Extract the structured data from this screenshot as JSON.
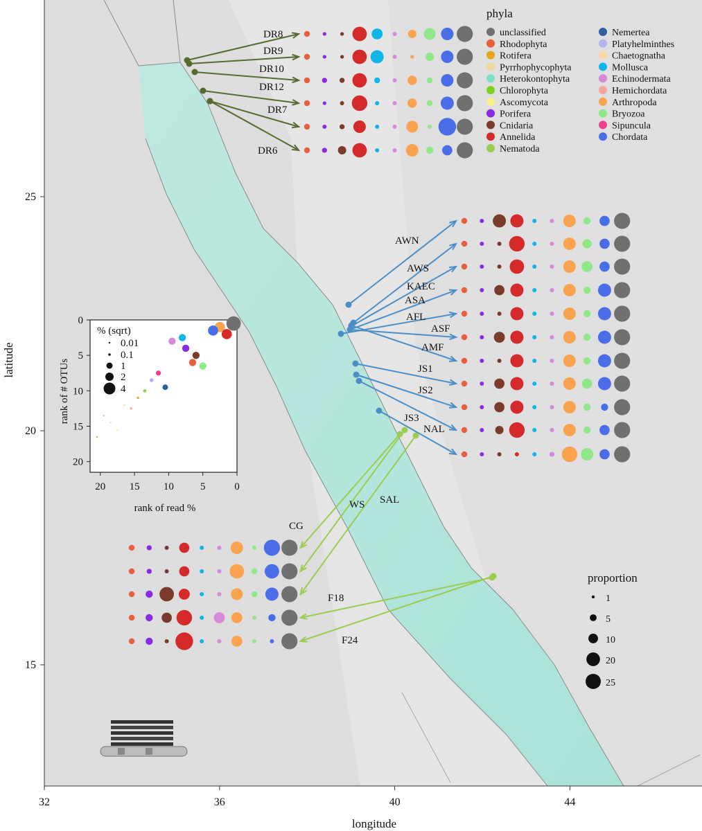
{
  "chart_data": [
    {
      "type": "scatter",
      "xlabel": "longitude",
      "ylabel": "latitude",
      "xlim": [
        32,
        47.5
      ],
      "ylim": [
        11.5,
        28.8
      ],
      "x_ticks": [
        "32",
        "36",
        "40",
        "44"
      ],
      "y_ticks": [
        "15",
        "20",
        "25"
      ],
      "phyla_legend_title": "phyla",
      "phyla": [
        {
          "name": "unclassified",
          "color": "#707070"
        },
        {
          "name": "Rhodophyta",
          "color": "#e8603c"
        },
        {
          "name": "Rotifera",
          "color": "#e8a51c"
        },
        {
          "name": "Pyrrhophycophyta",
          "color": "#f1d6a0"
        },
        {
          "name": "Heterokontophyta",
          "color": "#7ee0c8"
        },
        {
          "name": "Chlorophyta",
          "color": "#7ed321"
        },
        {
          "name": "Ascomycota",
          "color": "#f7f28a"
        },
        {
          "name": "Porifera",
          "color": "#8a2be2"
        },
        {
          "name": "Cnidaria",
          "color": "#7a3b2a"
        },
        {
          "name": "Annelida",
          "color": "#d42a2a"
        },
        {
          "name": "Nematoda",
          "color": "#9acd50"
        },
        {
          "name": "Nemertea",
          "color": "#2f5f9e"
        },
        {
          "name": "Platyhelminthes",
          "color": "#b5b5ee"
        },
        {
          "name": "Chaetognatha",
          "color": "#fad7a8"
        },
        {
          "name": "Mollusca",
          "color": "#11b5e8"
        },
        {
          "name": "Echinodermata",
          "color": "#d88ad8"
        },
        {
          "name": "Hemichordata",
          "color": "#f4a3a3"
        },
        {
          "name": "Arthropoda",
          "color": "#fba34e"
        },
        {
          "name": "Bryozoa",
          "color": "#90e88a"
        },
        {
          "name": "Sipuncula",
          "color": "#f0408a"
        },
        {
          "name": "Chordata",
          "color": "#4a6ee8"
        }
      ],
      "site_groups": [
        {
          "region": "north",
          "color": "#556b2f",
          "sites": [
            {
              "name": "DR8",
              "lon": 35.2,
              "lat": 27.6
            },
            {
              "name": "DR9",
              "lon": 35.25,
              "lat": 27.55
            },
            {
              "name": "DR10",
              "lon": 35.3,
              "lat": 27.45
            },
            {
              "name": "DR12",
              "lon": 35.4,
              "lat": 27.2
            },
            {
              "name": "DR7",
              "lon": 35.6,
              "lat": 26.75
            },
            {
              "name": "DR6",
              "lon": 35.7,
              "lat": 26.5
            }
          ]
        },
        {
          "region": "central",
          "color": "#4b8fc8",
          "sites": [
            {
              "name": "AWN",
              "lon": 39.05,
              "lat": 22.6
            },
            {
              "name": "AWS",
              "lon": 39.15,
              "lat": 22.4
            },
            {
              "name": "KAEC",
              "lon": 39.1,
              "lat": 22.3
            },
            {
              "name": "ASA",
              "lon": 39.1,
              "lat": 22.2
            },
            {
              "name": "AFL",
              "lon": 38.85,
              "lat": 22.1
            },
            {
              "name": "ASF",
              "lon": 39.05,
              "lat": 22.2
            },
            {
              "name": "AMF",
              "lon": 39.1,
              "lat": 22.1
            },
            {
              "name": "JS1",
              "lon": 39.15,
              "lat": 21.45
            },
            {
              "name": "JS2",
              "lon": 39.15,
              "lat": 21.2
            },
            {
              "name": "JS3",
              "lon": 39.25,
              "lat": 21.05
            },
            {
              "name": "NAL",
              "lon": 39.7,
              "lat": 20.3
            }
          ]
        },
        {
          "region": "south",
          "color": "#9acd50",
          "sites": [
            {
              "name": "WS",
              "lon": 40.15,
              "lat": 20.0
            },
            {
              "name": "SAL",
              "lon": 40.5,
              "lat": 19.95
            },
            {
              "name": "CG",
              "lon": 40.2,
              "lat": 20.05
            },
            {
              "name": "F18",
              "lon": 42.3,
              "lat": 16.85
            },
            {
              "name": "F24",
              "lon": 42.35,
              "lat": 16.9
            }
          ]
        }
      ],
      "bubble_phyla_order": [
        "Rhodophyta",
        "Porifera",
        "Cnidaria",
        "Annelida",
        "Mollusca",
        "Echinodermata",
        "Arthropoda",
        "Bryozoa",
        "Chordata",
        "unclassified"
      ],
      "bubble_rows": [
        {
          "site": "DR8",
          "proportion": [
            2,
            0.8,
            0.8,
            12,
            7,
            1,
            4,
            8,
            9,
            15
          ]
        },
        {
          "site": "DR9",
          "proportion": [
            2,
            0.8,
            0.8,
            12,
            10,
            1,
            0.8,
            4,
            9,
            15
          ]
        },
        {
          "site": "DR10",
          "proportion": [
            2,
            1.5,
            1.5,
            12,
            2,
            1,
            5,
            2,
            9,
            15
          ]
        },
        {
          "site": "DR12",
          "proportion": [
            2,
            0.8,
            1,
            14,
            1,
            1,
            5,
            2,
            10,
            15
          ]
        },
        {
          "site": "DR7",
          "proportion": [
            2,
            1,
            1.5,
            9,
            1,
            1,
            8,
            1,
            18,
            15
          ]
        },
        {
          "site": "DR6",
          "proportion": [
            2,
            1.5,
            4,
            12,
            1,
            1,
            9,
            3,
            6,
            15
          ]
        },
        {
          "site": "AWN",
          "proportion": [
            2,
            1,
            10,
            10,
            1,
            1,
            9,
            3,
            6,
            15
          ]
        },
        {
          "site": "AWS",
          "proportion": [
            2,
            1,
            1,
            14,
            1,
            1,
            9,
            5,
            6,
            15
          ]
        },
        {
          "site": "KAEC",
          "proportion": [
            2,
            1,
            1,
            12,
            1,
            1,
            9,
            7,
            6,
            15
          ]
        },
        {
          "site": "ASA",
          "proportion": [
            2,
            1,
            6,
            10,
            1,
            1,
            9,
            3,
            10,
            15
          ]
        },
        {
          "site": "AFL",
          "proportion": [
            2,
            1,
            1,
            10,
            1,
            1,
            9,
            3,
            10,
            15
          ]
        },
        {
          "site": "ASF",
          "proportion": [
            2,
            1,
            7,
            10,
            1,
            1,
            9,
            3,
            10,
            15
          ]
        },
        {
          "site": "AMF",
          "proportion": [
            2,
            1,
            1,
            10,
            1,
            1,
            9,
            3,
            10,
            15
          ]
        },
        {
          "site": "JS1",
          "proportion": [
            2,
            1,
            6,
            10,
            1,
            1,
            9,
            6,
            10,
            15
          ]
        },
        {
          "site": "JS2",
          "proportion": [
            2,
            1,
            6,
            10,
            1,
            1,
            9,
            3,
            3,
            15
          ]
        },
        {
          "site": "JS3",
          "proportion": [
            2,
            1,
            4,
            14,
            1,
            1,
            9,
            3,
            6,
            15
          ]
        },
        {
          "site": "NAL",
          "proportion": [
            2,
            1,
            1,
            1,
            1,
            1.5,
            14,
            9,
            6,
            15
          ]
        },
        {
          "site": "CG",
          "proportion": [
            2,
            1.5,
            1,
            6,
            1,
            1,
            9,
            1,
            15,
            15
          ]
        },
        {
          "site": "WS",
          "proportion": [
            2,
            1.5,
            1,
            6,
            1,
            1,
            12,
            2,
            12,
            15
          ]
        },
        {
          "site": "SAL",
          "proportion": [
            2,
            3,
            12,
            7,
            1,
            1,
            8,
            2,
            10,
            15
          ]
        },
        {
          "site": "F18",
          "proportion": [
            2,
            3,
            6,
            14,
            1,
            7,
            7,
            1,
            3,
            15
          ]
        },
        {
          "site": "F24",
          "proportion": [
            2,
            3,
            1,
            18,
            1,
            1,
            7,
            1,
            1,
            15
          ]
        }
      ],
      "proportion_legend": {
        "title": "proportion",
        "values": [
          1,
          5,
          10,
          20,
          25
        ]
      }
    },
    {
      "type": "scatter",
      "xlabel": "rank of read %",
      "ylabel": "rank of # OTUs",
      "xlim": [
        21.5,
        0
      ],
      "ylim": [
        21.5,
        0
      ],
      "x_ticks": [
        "20",
        "15",
        "10",
        "5",
        "0"
      ],
      "y_ticks": [
        "0",
        "5",
        "10",
        "15",
        "20"
      ],
      "size_legend_title": "% (sqrt)",
      "size_legend_values": [
        "0.01",
        "0.1",
        "1",
        "2",
        "4"
      ],
      "points": [
        {
          "phylum": "unclassified",
          "x": 0.5,
          "y": 0.5,
          "size": 4
        },
        {
          "phylum": "Arthropoda",
          "x": 2.5,
          "y": 1,
          "size": 2
        },
        {
          "phylum": "Chordata",
          "x": 3.5,
          "y": 1.5,
          "size": 2
        },
        {
          "phylum": "Annelida",
          "x": 1.5,
          "y": 2,
          "size": 2
        },
        {
          "phylum": "Mollusca",
          "x": 8,
          "y": 2.5,
          "size": 1
        },
        {
          "phylum": "Echinodermata",
          "x": 9.5,
          "y": 3,
          "size": 1
        },
        {
          "phylum": "Porifera",
          "x": 7.5,
          "y": 4,
          "size": 1
        },
        {
          "phylum": "Cnidaria",
          "x": 6,
          "y": 5,
          "size": 1
        },
        {
          "phylum": "Rhodophyta",
          "x": 6.5,
          "y": 6,
          "size": 1
        },
        {
          "phylum": "Bryozoa",
          "x": 5,
          "y": 6.5,
          "size": 1
        },
        {
          "phylum": "Sipuncula",
          "x": 11.5,
          "y": 7.5,
          "size": 0.5
        },
        {
          "phylum": "Platyhelminthes",
          "x": 12.5,
          "y": 8.5,
          "size": 0.3
        },
        {
          "phylum": "Nemertea",
          "x": 10.5,
          "y": 9.5,
          "size": 0.6
        },
        {
          "phylum": "Nematoda",
          "x": 13.5,
          "y": 10,
          "size": 0.2
        },
        {
          "phylum": "Rotifera",
          "x": 14.5,
          "y": 11,
          "size": 0.1
        },
        {
          "phylum": "Chaetognatha",
          "x": 16.5,
          "y": 12,
          "size": 0.05
        },
        {
          "phylum": "Hemichordata",
          "x": 15.5,
          "y": 12.5,
          "size": 0.1
        },
        {
          "phylum": "Heterokontophyta",
          "x": 19.5,
          "y": 13.5,
          "size": 0.01
        },
        {
          "phylum": "Pyrrhophycophyta",
          "x": 18.5,
          "y": 14.5,
          "size": 0.01
        },
        {
          "phylum": "Ascomycota",
          "x": 17.5,
          "y": 15.5,
          "size": 0.01
        },
        {
          "phylum": "Chlorophyta",
          "x": 20.5,
          "y": 16.5,
          "size": 0.01
        }
      ]
    }
  ]
}
